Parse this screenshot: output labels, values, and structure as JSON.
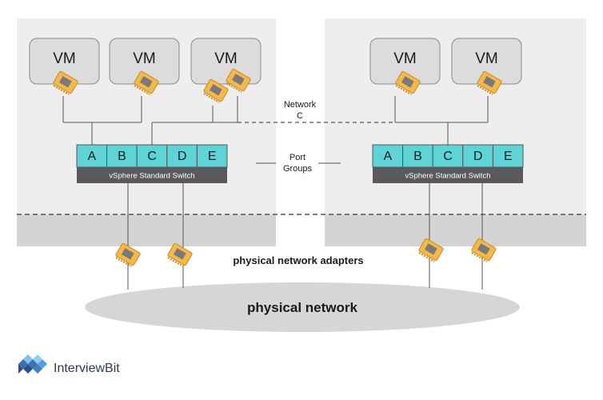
{
  "vm_label": "VM",
  "port_groups": [
    "A",
    "B",
    "C",
    "D",
    "E"
  ],
  "switch_label": "vSphere Standard Switch",
  "network_c_label": {
    "line1": "Network",
    "line2": "C"
  },
  "port_groups_label": {
    "line1": "Port",
    "line2": "Groups"
  },
  "adapters_label": "physical network adapters",
  "physical_network_label": "physical network",
  "brand": "InterviewBit",
  "colors": {
    "host_bg": "#eeeeee",
    "host_bottom": "#d4d4d4",
    "vm_box": "#dcdcdc",
    "port_group": "#5fd4d6",
    "switch_bar": "#5a5a5a",
    "nic": "#f5b84a",
    "nic_chip": "#7a7a7a",
    "network_ellipse": "#d6d6d6",
    "logo": "#2f3b4d"
  },
  "icons": [
    "virtual-nic-icon",
    "physical-nic-icon",
    "interviewbit-logo-icon"
  ]
}
